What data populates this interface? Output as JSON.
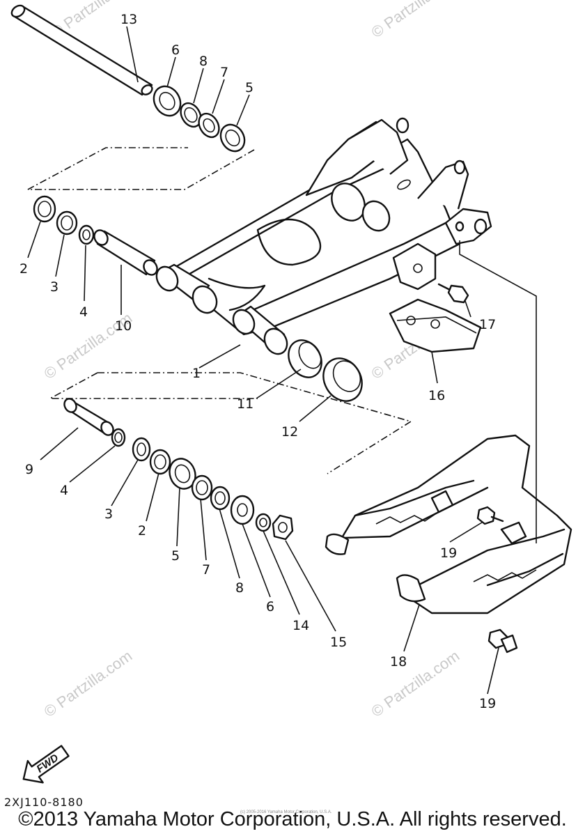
{
  "diagram": {
    "callouts": {
      "p1": "1",
      "p2a": "2",
      "p2b": "2",
      "p3a": "3",
      "p3b": "3",
      "p4a": "4",
      "p4b": "4",
      "p5a": "5",
      "p5b": "5",
      "p6a": "6",
      "p6b": "6",
      "p7a": "7",
      "p7b": "7",
      "p8a": "8",
      "p8b": "8",
      "p9": "9",
      "p10": "10",
      "p11": "11",
      "p12": "12",
      "p13": "13",
      "p14": "14",
      "p15": "15",
      "p16": "16",
      "p17": "17",
      "p18": "18",
      "p19a": "19",
      "p19b": "19"
    },
    "fwd_label": "FWD",
    "diagram_code": "2XJ110-8180",
    "copyright": "©2013 Yamaha Motor Corporation, U.S.A. All rights reserved.",
    "tiny_copyright": "(c) 2005-2016 Yamaha Motor Corporation, U.S.A.",
    "watermark": "© Partzilla.com"
  }
}
